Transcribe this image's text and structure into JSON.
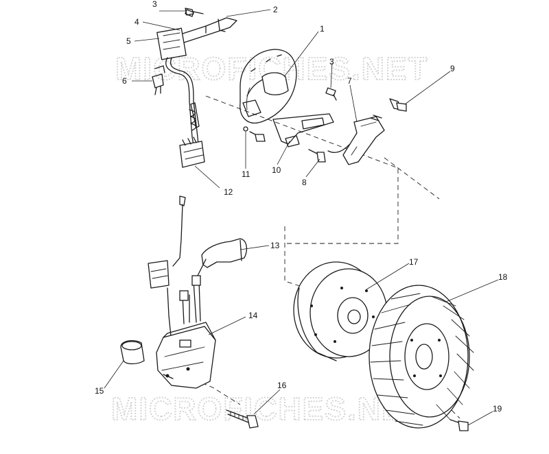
{
  "watermark": {
    "text": "MICROFICHES.NET"
  },
  "callouts": [
    {
      "id": "1",
      "label": "1"
    },
    {
      "id": "2",
      "label": "2"
    },
    {
      "id": "3a",
      "label": "3"
    },
    {
      "id": "3b",
      "label": "3"
    },
    {
      "id": "4",
      "label": "4"
    },
    {
      "id": "5",
      "label": "5"
    },
    {
      "id": "6",
      "label": "6"
    },
    {
      "id": "7",
      "label": "7"
    },
    {
      "id": "8",
      "label": "8"
    },
    {
      "id": "9",
      "label": "9"
    },
    {
      "id": "10",
      "label": "10"
    },
    {
      "id": "11",
      "label": "11"
    },
    {
      "id": "12",
      "label": "12"
    },
    {
      "id": "13",
      "label": "13"
    },
    {
      "id": "14",
      "label": "14"
    },
    {
      "id": "15",
      "label": "15"
    },
    {
      "id": "16",
      "label": "16"
    },
    {
      "id": "17",
      "label": "17"
    },
    {
      "id": "18",
      "label": "18"
    },
    {
      "id": "19",
      "label": "19"
    }
  ]
}
